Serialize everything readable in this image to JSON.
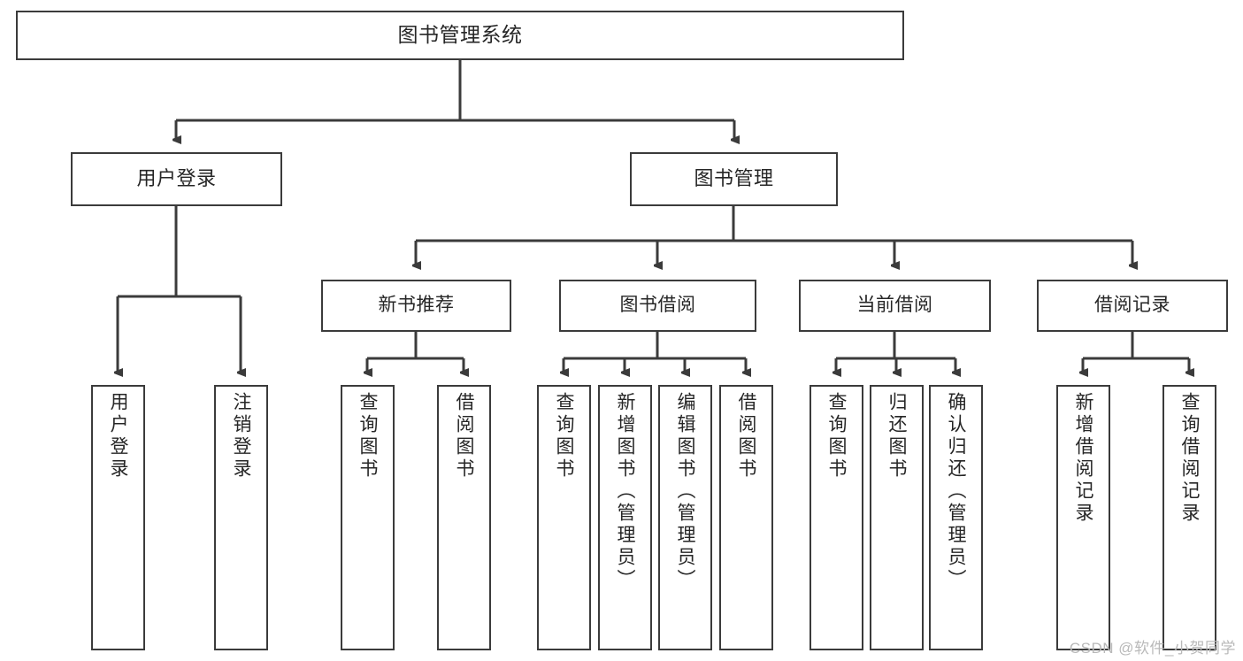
{
  "diagram": {
    "title": "图书管理系统",
    "type": "tree",
    "root": {
      "label": "图书管理系统"
    },
    "level2": [
      {
        "label": "用户登录"
      },
      {
        "label": "图书管理"
      }
    ],
    "level3": [
      {
        "label": "新书推荐"
      },
      {
        "label": "图书借阅"
      },
      {
        "label": "当前借阅"
      },
      {
        "label": "借阅记录"
      }
    ],
    "leaves": {
      "user_login": [
        {
          "label": "用户登录"
        },
        {
          "label": "注销登录"
        }
      ],
      "new_book_recommend": [
        {
          "label": "查询图书"
        },
        {
          "label": "借阅图书"
        }
      ],
      "book_borrow": [
        {
          "label": "查询图书"
        },
        {
          "label": "新增图书（管理员）"
        },
        {
          "label": "编辑图书（管理员）"
        },
        {
          "label": "借阅图书"
        }
      ],
      "current_borrow": [
        {
          "label": "查询图书"
        },
        {
          "label": "归还图书"
        },
        {
          "label": "确认归还（管理员）"
        }
      ],
      "borrow_record": [
        {
          "label": "新增借阅记录"
        },
        {
          "label": "查询借阅记录"
        }
      ]
    }
  },
  "watermark": {
    "text": "CSDN @软件_小贺同学"
  },
  "colors": {
    "stroke": "#3b3b3b",
    "text": "#262626",
    "background": "#ffffff",
    "watermark": "#b9b9b9"
  }
}
